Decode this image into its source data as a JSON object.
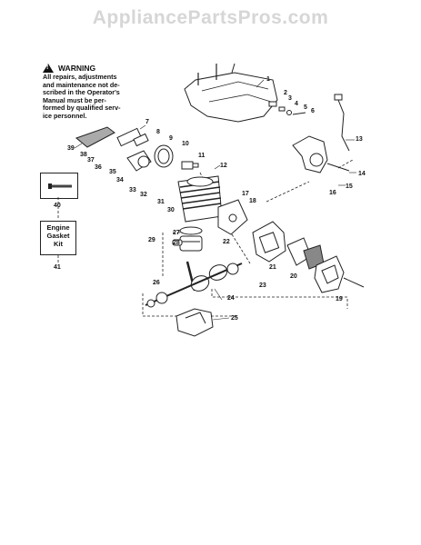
{
  "watermark": "AppliancePartsPros.com",
  "warning": {
    "title": "WARNING",
    "lines": [
      "All repairs, adjustments",
      "and maintenance not de-",
      "scribed in the Operator's",
      "Manual must be per-",
      "formed by qualified serv-",
      "ice personnel."
    ]
  },
  "kit_box": {
    "lines": [
      "Engine",
      "Gasket",
      "Kit"
    ]
  },
  "callouts": [
    "1",
    "2",
    "3",
    "4",
    "5",
    "6",
    "7",
    "8",
    "9",
    "10",
    "11",
    "12",
    "13",
    "14",
    "15",
    "16",
    "17",
    "18",
    "19",
    "20",
    "21",
    "22",
    "23",
    "24",
    "25",
    "26",
    "27",
    "28",
    "29",
    "30",
    "31",
    "32",
    "33",
    "34",
    "35",
    "36",
    "37",
    "38",
    "39",
    "40",
    "41"
  ]
}
